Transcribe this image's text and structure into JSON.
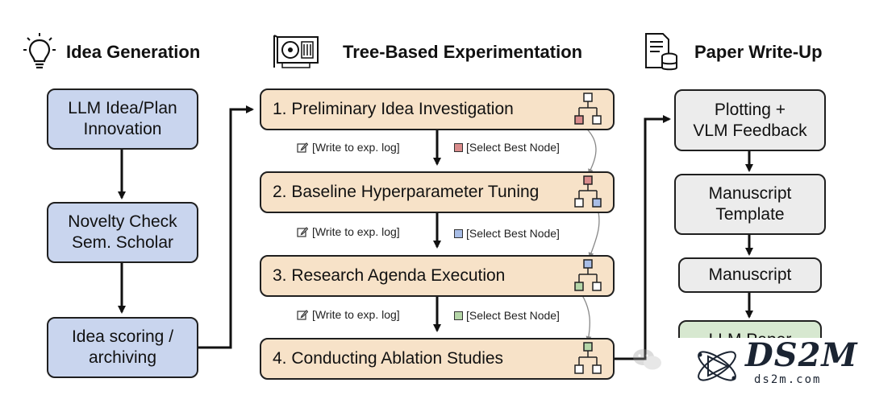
{
  "sections": {
    "idea": "Idea Generation",
    "tree": "Tree-Based Experimentation",
    "paper": "Paper Write-Up"
  },
  "idea_boxes": [
    [
      "LLM Idea/Plan",
      "Innovation"
    ],
    [
      "Novelty Check",
      "Sem. Scholar"
    ],
    [
      "Idea scoring /",
      "archiving"
    ]
  ],
  "tree_stages": [
    "1.  Preliminary Idea Investigation",
    "2.  Baseline Hyperparameter Tuning",
    "3.  Research Agenda Execution",
    "4.  Conducting Ablation Studies"
  ],
  "notes": {
    "write": "[Write to exp. log]",
    "select": "[Select Best Node]"
  },
  "paper_boxes": [
    [
      "Plotting +",
      "VLM Feedback"
    ],
    [
      "Manuscript",
      "Template"
    ],
    [
      "Manuscript"
    ],
    [
      "LLM Paper"
    ]
  ],
  "node_colors": {
    "red": "#d98b8b",
    "blue": "#a8bde6",
    "green": "#b5d6a8"
  },
  "watermark": {
    "brand": "DS2M",
    "url": "ds2m.com"
  }
}
